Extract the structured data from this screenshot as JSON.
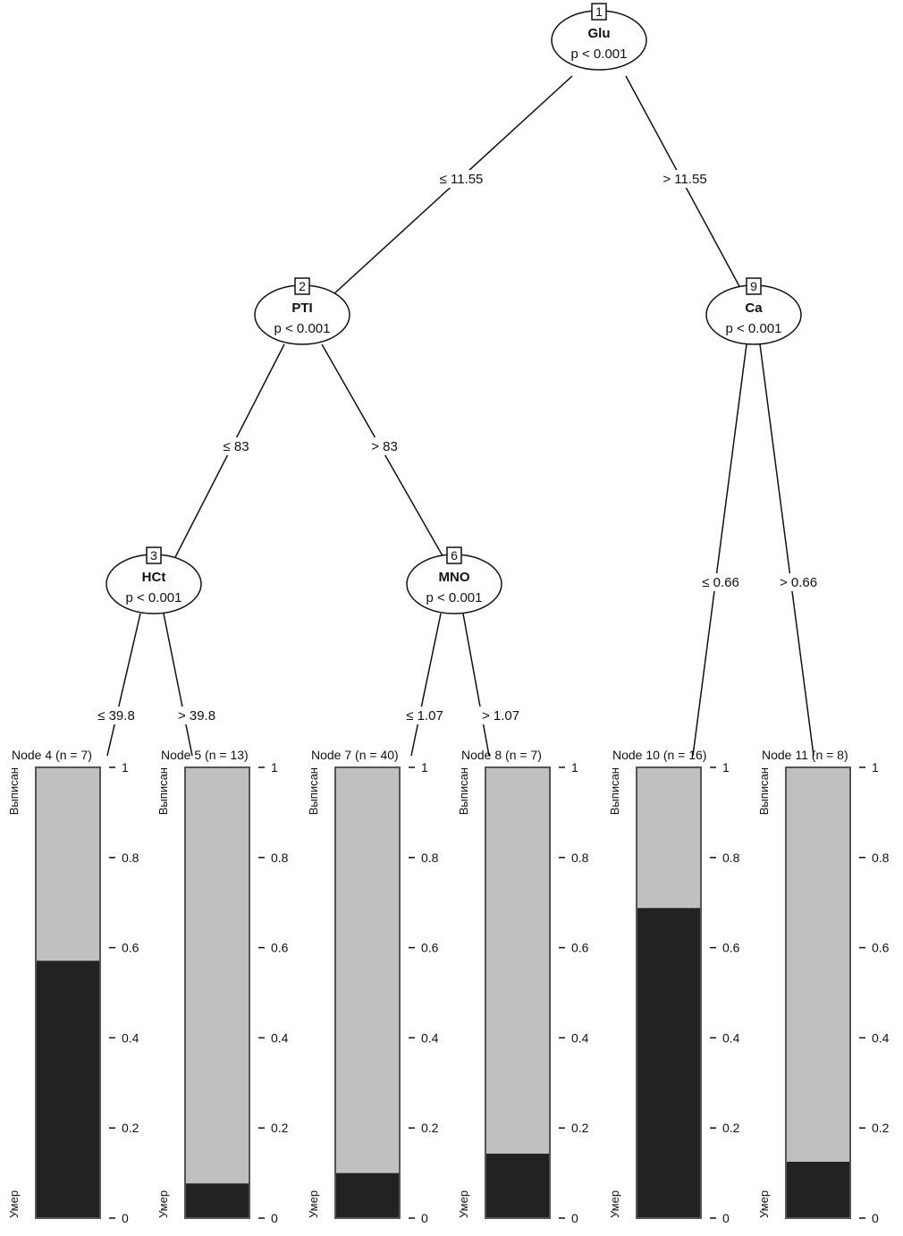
{
  "colors": {
    "survived": "#c0c0c0",
    "died": "#222222",
    "line": "#111111"
  },
  "response_labels": {
    "top": "Выписан",
    "bottom": "Умер"
  },
  "axis_ticks": [
    "0",
    "0.2",
    "0.4",
    "0.6",
    "0.8",
    "1"
  ],
  "inner_nodes": [
    {
      "id": "1",
      "variable": "Glu",
      "p": "p < 0.001"
    },
    {
      "id": "2",
      "variable": "PTI",
      "p": "p < 0.001"
    },
    {
      "id": "3",
      "variable": "HCt",
      "p": "p < 0.001"
    },
    {
      "id": "6",
      "variable": "MNO",
      "p": "p < 0.001"
    },
    {
      "id": "9",
      "variable": "Ca",
      "p": "p < 0.001"
    }
  ],
  "edges": [
    {
      "from": "1",
      "to": "2",
      "label": "≤ 11.55"
    },
    {
      "from": "1",
      "to": "9",
      "label": "> 11.55"
    },
    {
      "from": "2",
      "to": "3",
      "label": "≤ 83"
    },
    {
      "from": "2",
      "to": "6",
      "label": "> 83"
    },
    {
      "from": "3",
      "to": "4",
      "label": "≤ 39.8"
    },
    {
      "from": "3",
      "to": "5",
      "label": "> 39.8"
    },
    {
      "from": "6",
      "to": "7",
      "label": "≤ 1.07"
    },
    {
      "from": "6",
      "to": "8",
      "label": "> 1.07"
    },
    {
      "from": "9",
      "to": "10",
      "label": "≤ 0.66"
    },
    {
      "from": "9",
      "to": "11",
      "label": "> 0.66"
    }
  ],
  "chart_data": {
    "type": "bar",
    "title": "",
    "ylim": [
      0,
      1
    ],
    "categories": [
      "Node 4 (n = 7)",
      "Node 5 (n = 13)",
      "Node 7 (n = 40)",
      "Node 8 (n = 7)",
      "Node 10 (n = 16)",
      "Node 11 (n = 8)"
    ],
    "series": [
      {
        "name": "Умер",
        "values": [
          0.571,
          0.077,
          0.1,
          0.143,
          0.688,
          0.125
        ]
      },
      {
        "name": "Выписан",
        "values": [
          0.429,
          0.923,
          0.9,
          0.857,
          0.312,
          0.875
        ]
      }
    ]
  }
}
